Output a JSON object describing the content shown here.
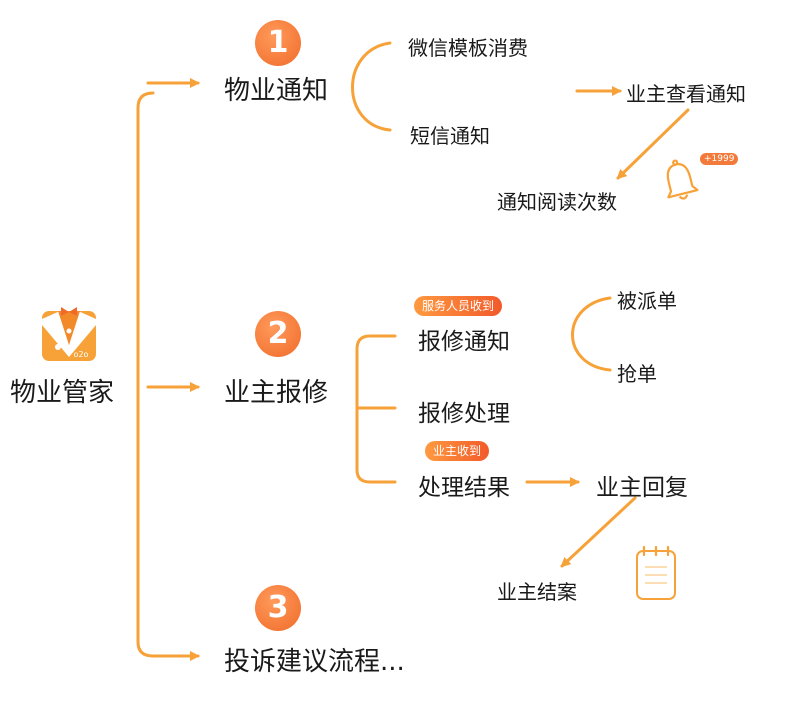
{
  "root": {
    "label": "物业管家",
    "icon": "butler-suit-icon",
    "icon_text": "o2o"
  },
  "branches": [
    {
      "number": "1",
      "label": "物业通知",
      "children": [
        "微信模板消费",
        "短信通知"
      ],
      "next": "业主查看通知",
      "end": "通知阅读次数",
      "end_icon": "bell-icon",
      "end_badge": "+1999"
    },
    {
      "number": "2",
      "label": "业主报修",
      "children": [
        {
          "label": "报修通知",
          "badge": "服务人员收到",
          "sub": [
            "被派单",
            "抢单"
          ]
        },
        {
          "label": "报修处理"
        },
        {
          "label": "处理结果",
          "badge": "业主收到"
        }
      ],
      "next": "业主回复",
      "end": "业主结案",
      "end_icon": "notepad-icon"
    },
    {
      "number": "3",
      "label": "投诉建议流程..."
    }
  ],
  "colors": {
    "accent": "#f7a238",
    "number_circle": "#f06b2a",
    "badge": "#f25a2a"
  }
}
